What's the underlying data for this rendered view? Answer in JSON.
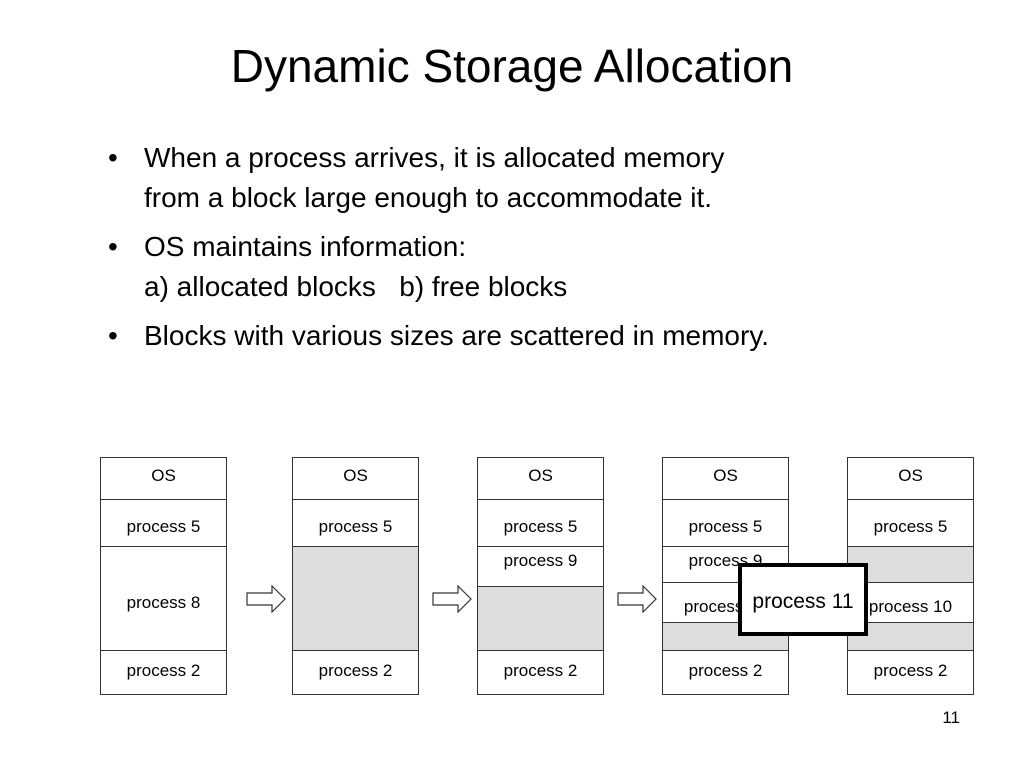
{
  "slide": {
    "title": "Dynamic Storage Allocation",
    "page_number": "11",
    "bullet_marker": "•",
    "bullets": [
      {
        "lines": [
          "When a process arrives, it is allocated memory",
          "from a block large enough to accommodate it."
        ]
      },
      {
        "lines": [
          "OS maintains information:",
          "a) allocated blocks   b) free blocks"
        ]
      },
      {
        "lines": [
          "Blocks with various sizes are scattered in memory."
        ]
      }
    ]
  },
  "diagram": {
    "callout_label": "process 11",
    "columns": [
      {
        "blocks": [
          {
            "label": "OS"
          },
          {
            "label": "process 5"
          },
          {
            "label": "process 8"
          },
          {
            "label": "process 2"
          }
        ]
      },
      {
        "blocks": [
          {
            "label": "OS"
          },
          {
            "label": "process 5"
          },
          {
            "label": "",
            "free": true
          },
          {
            "label": "process 2"
          }
        ]
      },
      {
        "blocks": [
          {
            "label": "OS"
          },
          {
            "label": "process 5"
          },
          {
            "label": "process 9"
          },
          {
            "label": "",
            "free": true
          },
          {
            "label": "process 2"
          }
        ]
      },
      {
        "blocks": [
          {
            "label": "OS"
          },
          {
            "label": "process 5"
          },
          {
            "label": "process 9"
          },
          {
            "label": "process 10"
          },
          {
            "label": "",
            "free": true
          },
          {
            "label": "process 2"
          }
        ]
      },
      {
        "blocks": [
          {
            "label": "OS"
          },
          {
            "label": "process 5"
          },
          {
            "label": "",
            "free": true
          },
          {
            "label": "process 10"
          },
          {
            "label": "",
            "free": true
          },
          {
            "label": "process 2"
          }
        ]
      }
    ]
  }
}
